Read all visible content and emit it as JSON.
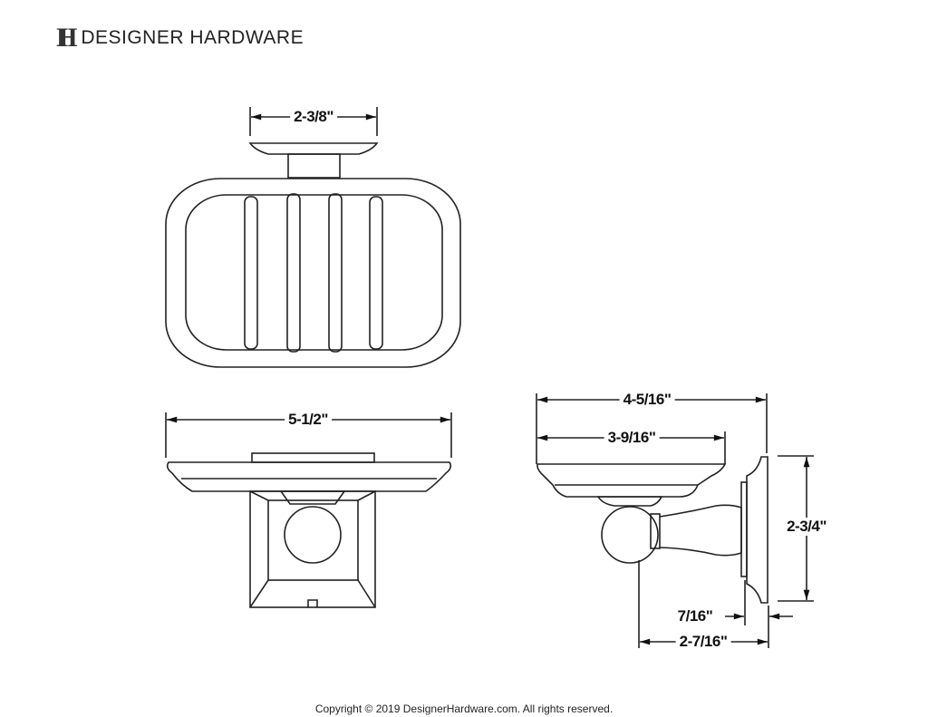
{
  "brand": {
    "logo_letters": "DH",
    "name": "DESIGNER HARDWARE"
  },
  "dimensions": {
    "top_width": "2-3/8\"",
    "front_width": "5-1/2\"",
    "side_overall": "4-5/16\"",
    "side_dish": "3-9/16\"",
    "height": "2-3/4\"",
    "plate_depth": "7/16\"",
    "projection": "2-7/16\""
  },
  "footer": {
    "copyright": "Copyright © 2019 DesignerHardware.com. All rights reserved."
  }
}
